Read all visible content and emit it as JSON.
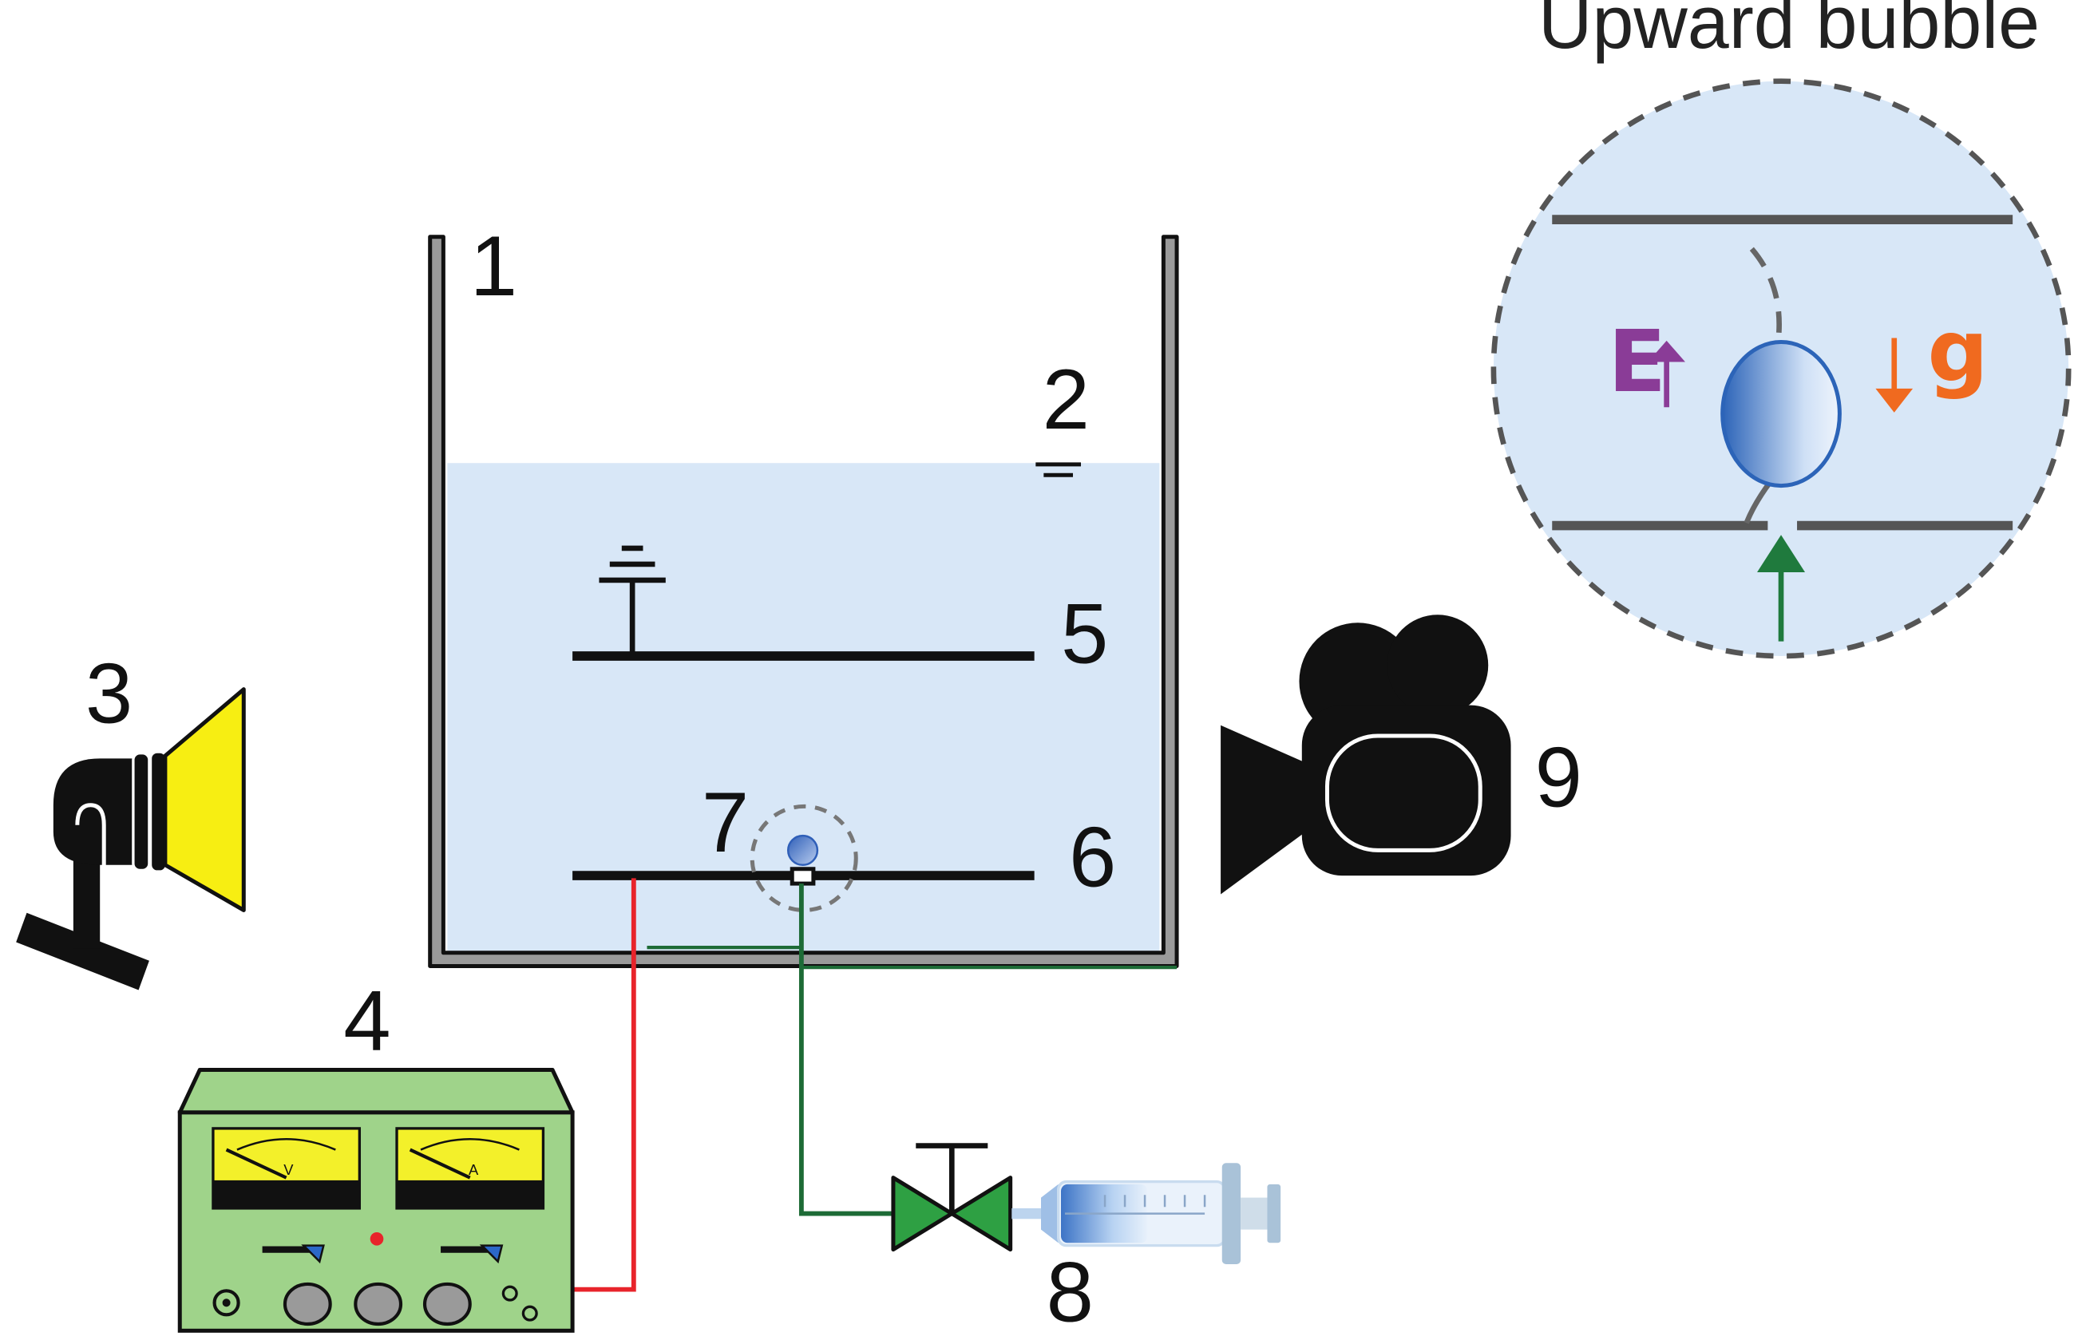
{
  "labels": {
    "tank": "1",
    "liquid_level": "2",
    "lamp": "3",
    "power_supply": "4",
    "upper_electrode": "5",
    "lower_electrode": "6",
    "bubble": "7",
    "valve_syringe": "8",
    "camera": "9"
  },
  "inset": {
    "title": "Upward bubble",
    "field_label": "E",
    "gravity_label": "g"
  },
  "meters": {
    "voltmeter_label": "V",
    "ammeter_label": "A"
  },
  "colors": {
    "liquid": "#d8e7f7",
    "tank_wall": "#9a9a9a",
    "power_supply_body": "#9fd38a",
    "meter_face": "#f3f02a",
    "lamp_reflector": "#f7ee12",
    "valve": "#2ea043",
    "wire_red": "#e8242b",
    "wire_green": "#1d6b36",
    "field_arrow": "#8a3c97",
    "gravity_arrow": "#f06a1f",
    "inflow_arrow": "#1f7a3d",
    "bubble": "#3f79c9"
  }
}
